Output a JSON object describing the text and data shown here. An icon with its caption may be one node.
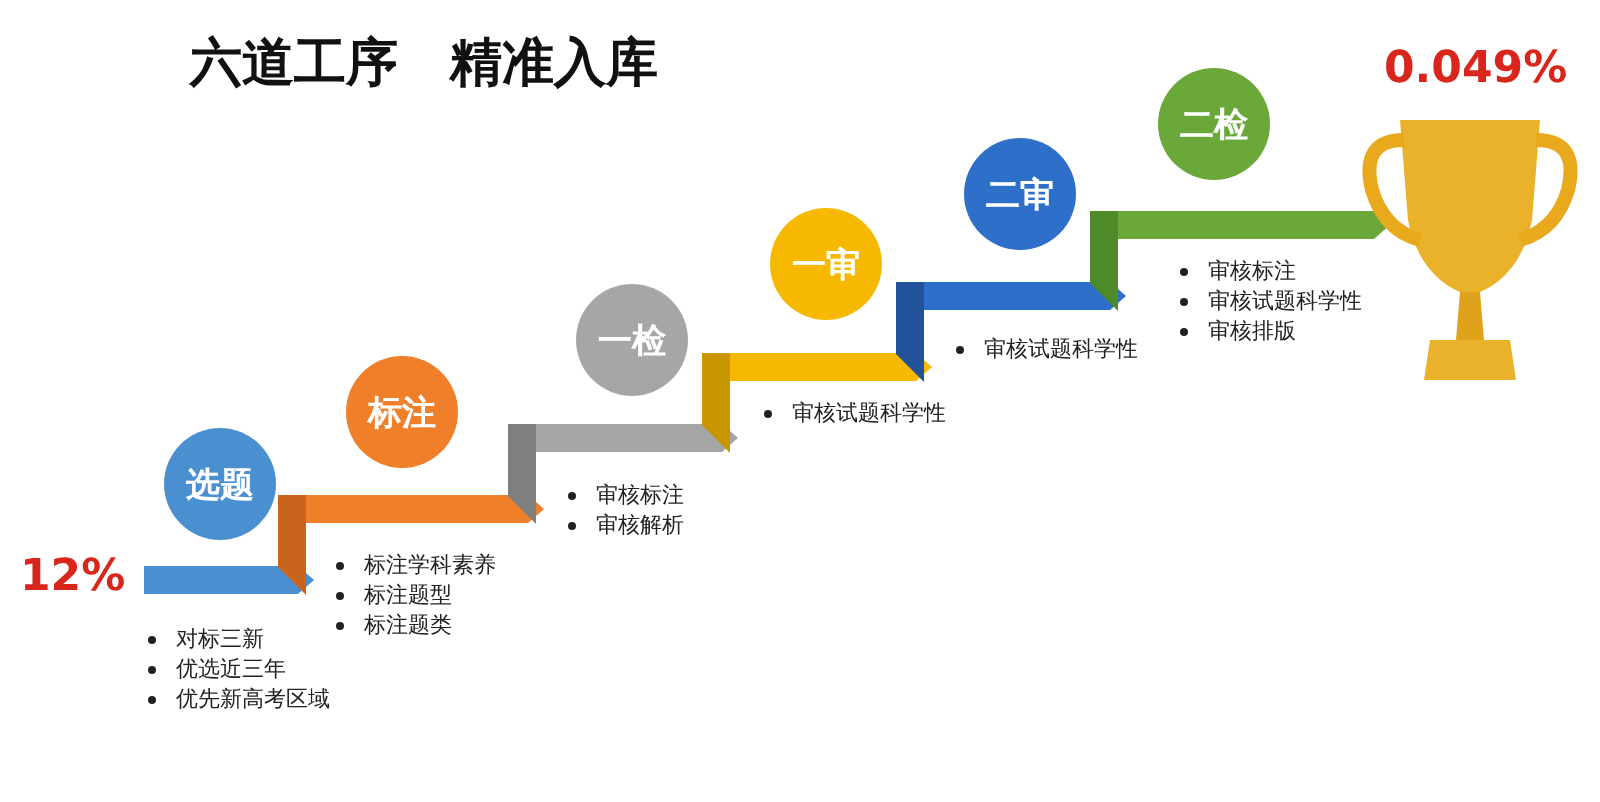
{
  "diagram": {
    "title": "六道工序　精准入库",
    "nodes": [
      {
        "text": [
          "选题"
        ],
        "beside": [
          "对标三新",
          "优选近三年",
          "优先新高考区域"
        ]
      },
      {
        "text": [
          "标注"
        ],
        "beside": [
          "标注学科素养",
          "标注题型",
          "标注题类"
        ]
      },
      {
        "text": [
          "一检"
        ],
        "beside": [
          "审核标注",
          "审核解析"
        ]
      },
      {
        "text": [
          "一审"
        ],
        "beside": [
          "审核试题科学性"
        ]
      },
      {
        "text": [
          "二审"
        ],
        "beside": [
          "审核试题科学性"
        ]
      },
      {
        "text": [
          "二检"
        ],
        "beside": [
          "审核标注",
          "审核试题科学性",
          "审核排版"
        ]
      }
    ],
    "labels": [
      "12%",
      "0.049%"
    ]
  }
}
